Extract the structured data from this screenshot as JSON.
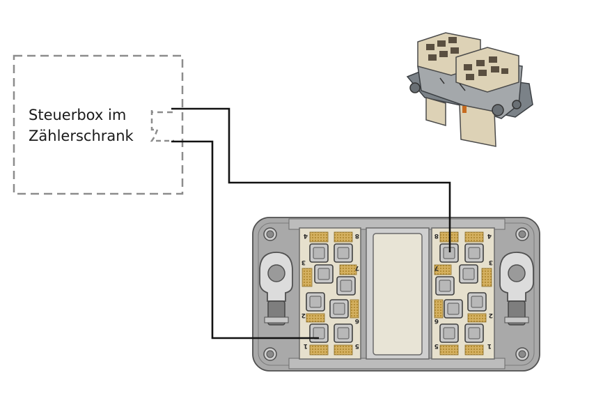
{
  "control_box": {
    "label_line1": "Steuerbox im",
    "label_line2": "Zählerschrank"
  },
  "connector": {
    "left_pins": {
      "top_left": "4",
      "top_right": "8",
      "row3_left": "3",
      "row3_right": "7",
      "row5_left": "2",
      "row5_right": "6",
      "bottom_left": "1",
      "bottom_right": "5"
    },
    "right_pins": {
      "top_left": "8",
      "top_right": "4",
      "row3_left": "7",
      "row3_right": "3",
      "row5_left": "6",
      "row5_right": "2",
      "bottom_left": "5",
      "bottom_right": "1"
    }
  },
  "colors": {
    "wire": "#111111",
    "box_dash": "#8c8c8c",
    "housing": "#a9a9a9",
    "insert": "#e6e0cd",
    "contact_gold": "#c9a24a"
  }
}
